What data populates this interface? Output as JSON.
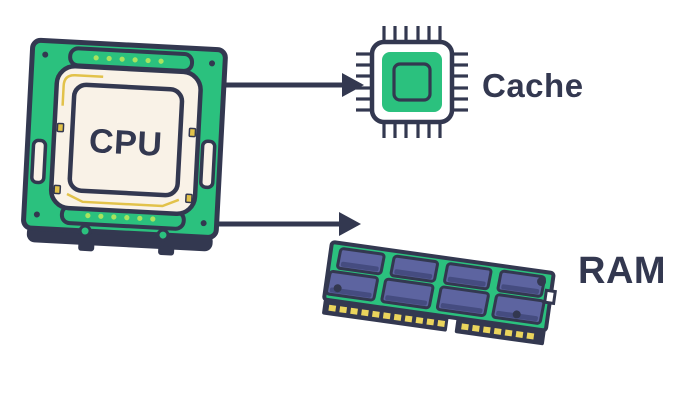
{
  "scene": {
    "description": "Illustrated diagram of a CPU package with arrows pointing to a Cache chip icon and a RAM memory module"
  },
  "labels": {
    "cpu": "CPU",
    "cache": "Cache",
    "ram": "RAM"
  },
  "nodes": [
    {
      "id": "cpu",
      "label": "CPU",
      "icon": "cpu-package-illustration"
    },
    {
      "id": "cache",
      "label": "Cache",
      "icon": "cache-chip-icon"
    },
    {
      "id": "ram",
      "label": "RAM",
      "icon": "ram-module-illustration"
    }
  ],
  "connections": [
    {
      "from": "cpu",
      "to": "cache",
      "style": "solid-arrow-right"
    },
    {
      "from": "cpu",
      "to": "ram",
      "style": "solid-arrow-right"
    }
  ],
  "colors": {
    "bg": "#ffffff",
    "green": "#2bc17e",
    "navy": "#333850",
    "cream": "#f9f2e7",
    "dot-green": "#a9e35f",
    "gold": "#e2c24a",
    "chip": "#5d64a0",
    "chip-dark": "#454c80",
    "pin-gold": "#ead45c"
  }
}
